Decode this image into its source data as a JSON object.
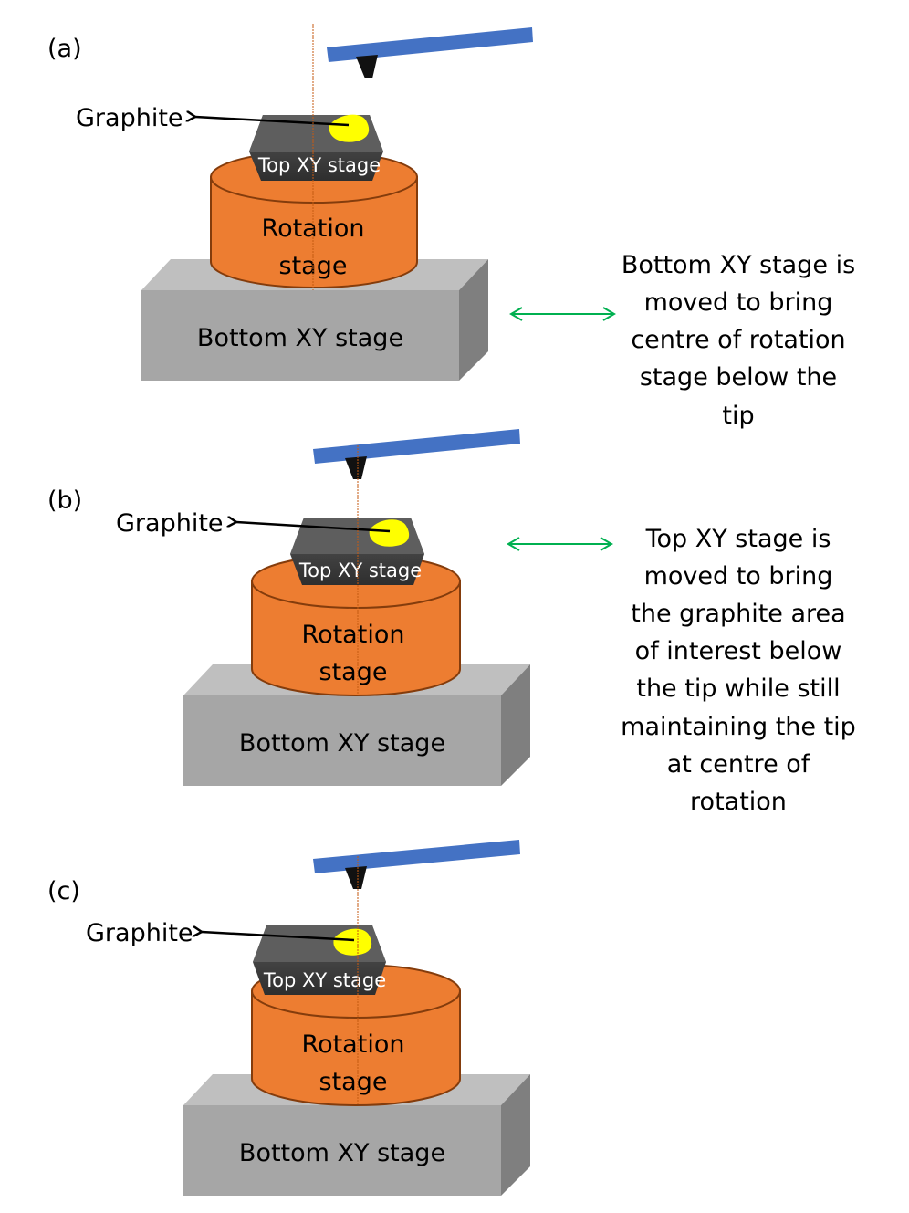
{
  "panels": [
    {
      "label": "(a)",
      "graphite": "Graphite",
      "top_stage": "Top XY stage",
      "rotation_line1": "Rotation",
      "rotation_line2": "stage",
      "bottom_stage": "Bottom XY stage"
    },
    {
      "label": "(b)",
      "graphite": "Graphite",
      "top_stage": "Top XY stage",
      "rotation_line1": "Rotation",
      "rotation_line2": "stage",
      "bottom_stage": "Bottom XY stage"
    },
    {
      "label": "(c)",
      "graphite": "Graphite",
      "top_stage": "Top XY stage",
      "rotation_line1": "Rotation",
      "rotation_line2": "stage",
      "bottom_stage": "Bottom XY stage"
    }
  ],
  "descriptions": [
    {
      "lines": [
        "Bottom XY stage is",
        "moved to bring",
        "centre of rotation",
        "stage below the",
        "tip"
      ]
    },
    {
      "lines": [
        "Top XY stage is",
        "moved to bring",
        "the graphite area",
        "of interest below",
        "the tip while still",
        "maintaining the tip",
        "at centre of",
        "rotation"
      ]
    }
  ],
  "colors": {
    "cantilever": "#4472c4",
    "tip": "#111111",
    "axis_line": "#c55a11",
    "rotation_side": "#ed7d31",
    "rotation_top": "#f4b183",
    "rotation_stroke": "#843c0c",
    "bottom_front": "#a6a6a6",
    "bottom_top": "#bfbfbf",
    "bottom_side": "#7f7f7f",
    "top_stage": "#3a3a3a",
    "top_stage_top": "#595959",
    "graphite": "#ffff00",
    "double_arrow": "#00b050",
    "pointer_arrow": "#000000"
  }
}
